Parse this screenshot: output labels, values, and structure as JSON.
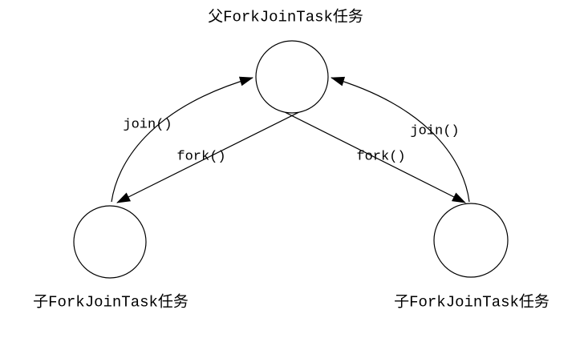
{
  "diagram": {
    "nodes": {
      "parent": {
        "label": "父ForkJoinTask任务"
      },
      "child_left": {
        "label": "子ForkJoinTask任务"
      },
      "child_right": {
        "label": "子ForkJoinTask任务"
      }
    },
    "edges": {
      "fork_left": {
        "label": "fork()"
      },
      "fork_right": {
        "label": "fork()"
      },
      "join_left": {
        "label": "join()"
      },
      "join_right": {
        "label": "join()"
      }
    },
    "colors": {
      "stroke": "#000000",
      "text": "#000000",
      "background": "#ffffff"
    }
  }
}
